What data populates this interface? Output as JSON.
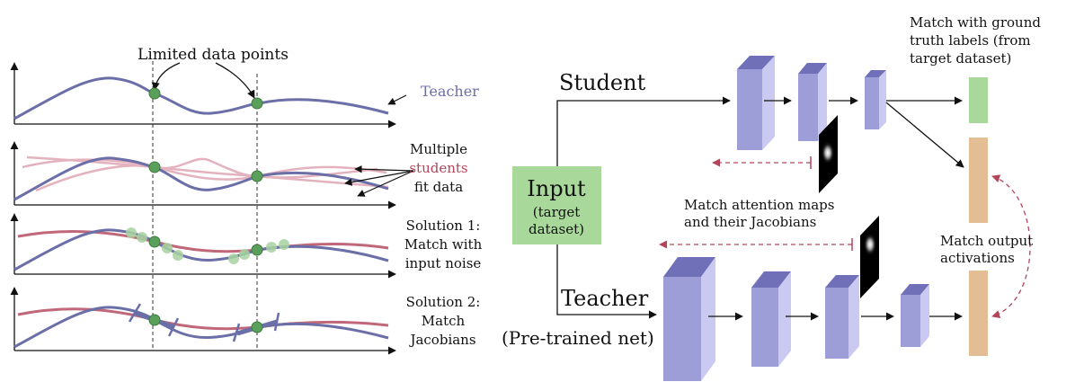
{
  "left_panel": {
    "callout_limited": "Limited data points",
    "teacher_label": "Teacher",
    "multiple_label_line1": "Multiple",
    "multiple_label_students": "students",
    "multiple_label_line3": "fit data",
    "solution1_line1": "Solution 1:",
    "solution1_line2": "Match with",
    "solution1_line3": "input noise",
    "solution2_line1": "Solution 2:",
    "solution2_line2": "Match",
    "solution2_line3": "Jacobians"
  },
  "right_panel": {
    "student_label": "Student",
    "teacher_label": "Teacher",
    "pretrained_label": "(Pre-trained net)",
    "input_title": "Input",
    "input_sub1": "(target",
    "input_sub2": "dataset)",
    "gt_line1": "Match with ground",
    "gt_line2": "truth labels (from",
    "gt_line3": "target dataset)",
    "attn_line1": "Match attention maps",
    "attn_line2": "and their Jacobians",
    "out_line1": "Match output",
    "out_line2": "activations"
  },
  "colors": {
    "teacher_curve": "#6b6fa8",
    "student_curve": "#c0687a",
    "student_light": "#e4b2be",
    "data_point": "#5aa05a",
    "noise_point": "#a8d3a0",
    "block_front": "#c9c9f2",
    "block_side": "#9d9dd8",
    "block_top": "#7070b8",
    "input_box": "#a8d89a",
    "gt_bar": "#a8d89a",
    "out_bar": "#e3bd94",
    "dashed_arrow": "#b3445a",
    "teacher_text": "#6b6fa8",
    "students_text": "#b3445a"
  }
}
